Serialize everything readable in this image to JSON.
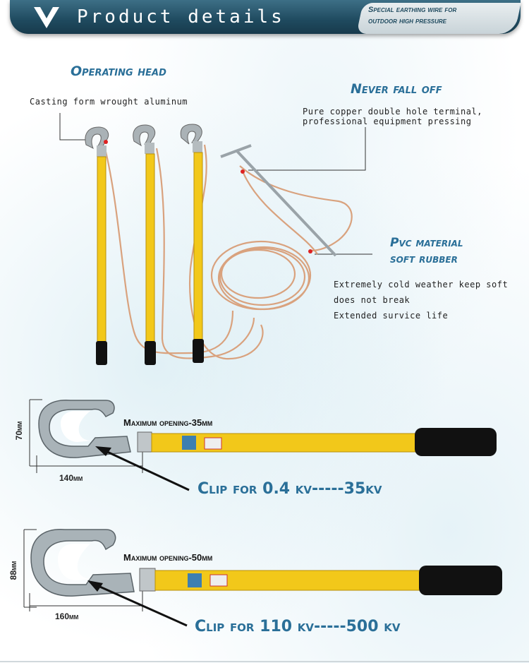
{
  "header": {
    "title": "Product details",
    "badge_line1": "Special earthing wire for",
    "badge_line2": "outdoor high pressure"
  },
  "operating_head": {
    "title": "Operating head",
    "desc": "Casting form wrought aluminum"
  },
  "never_fall_off": {
    "title": "Never fall off",
    "desc_line1": "Pure copper double hole terminal,",
    "desc_line2": "professional equipment pressing"
  },
  "pvc": {
    "title_line1": "Pvc material",
    "title_line2": "soft rubber",
    "feature1": "Extremely cold weather keep soft",
    "feature2": "does not break",
    "feature3": "Extended survice life"
  },
  "clip_small": {
    "height_dim": "70mm",
    "width_dim": "140mm",
    "opening": "Maximum opening-35mm",
    "label": "Clip for 0.4 kv-----35kv"
  },
  "clip_large": {
    "height_dim": "88mm",
    "width_dim": "160mm",
    "opening": "Maximum opening-50mm",
    "label": "Clip for 110 kv-----500 kv"
  },
  "colors": {
    "header": "#1f4a5f",
    "accent_title": "#2a6f98",
    "pole_yellow": "#f2c81a",
    "copper": "#d9a27e"
  }
}
